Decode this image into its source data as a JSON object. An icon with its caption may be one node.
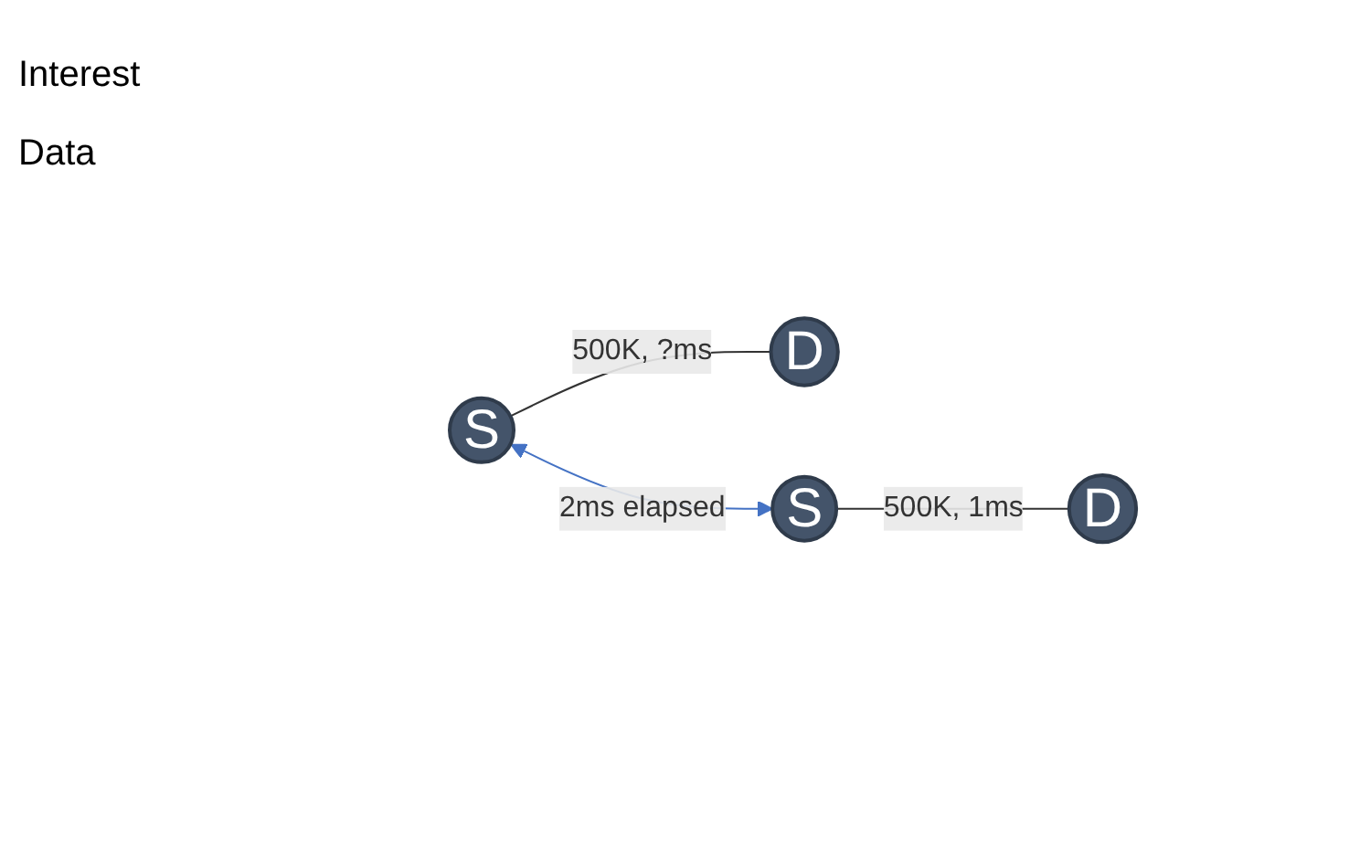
{
  "diagram": {
    "nodes": [
      {
        "text": [
          "S"
        ]
      },
      {
        "text": [
          "D"
        ]
      },
      {
        "text": [
          "S"
        ]
      },
      {
        "text": [
          "D"
        ]
      }
    ],
    "edges": [
      {
        "from": 0,
        "to": 1,
        "arrow": "none",
        "label": "500K, ?ms"
      },
      {
        "from": 0,
        "to": 2,
        "arrow": "both",
        "label": "2ms elapsed",
        "color": "#4472c4"
      },
      {
        "from": 2,
        "to": 3,
        "arrow": "none",
        "label": "500K, 1ms"
      }
    ],
    "labels": [
      "Interest",
      "Data"
    ]
  }
}
